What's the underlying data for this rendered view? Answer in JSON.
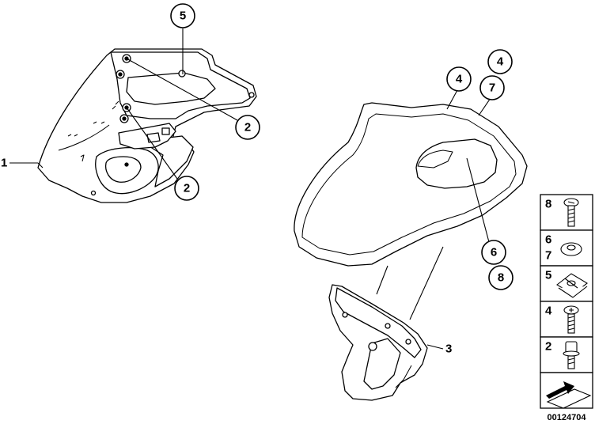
{
  "callouts": {
    "c5": "5",
    "c2a": "2",
    "c2b": "2",
    "c4a": "4",
    "c4b": "4",
    "c7": "7",
    "c6": "6",
    "c8": "8"
  },
  "labels": {
    "l1": "1",
    "l3": "3"
  },
  "legend": {
    "items": [
      {
        "num": "8",
        "icon": "screw-icon"
      },
      {
        "num": "6\n7",
        "icon": "washer-icon"
      },
      {
        "num": "5",
        "icon": "clip-nut-icon"
      },
      {
        "num": "4",
        "icon": "screw-icon"
      },
      {
        "num": "2",
        "icon": "collar-screw-icon"
      },
      {
        "num": "",
        "icon": "arrow-icon"
      }
    ],
    "n8": "8",
    "n6": "6",
    "n7": "7",
    "n5": "5",
    "n4": "4",
    "n2": "2"
  },
  "catalog_number": "00124704"
}
